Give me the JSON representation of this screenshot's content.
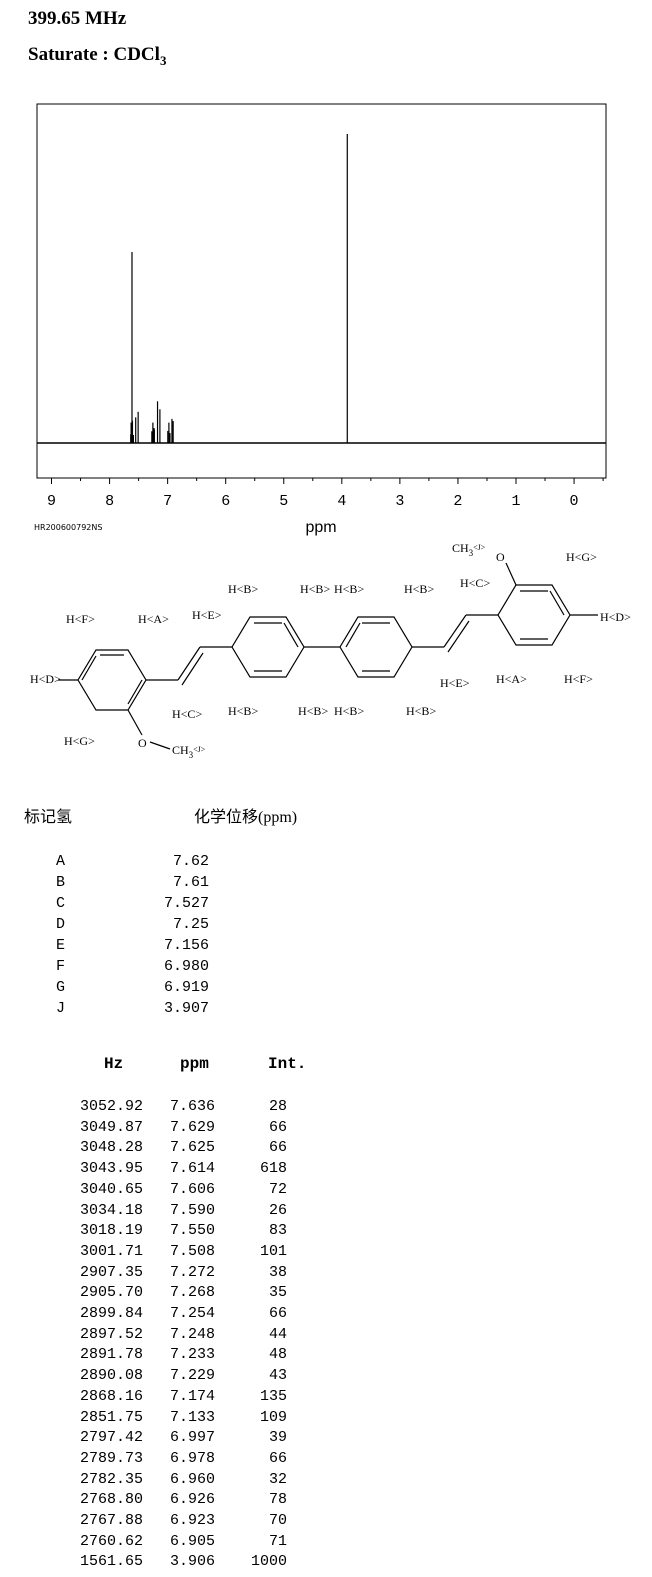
{
  "header": {
    "frequency": "399.65 MHz",
    "solvent_prefix": "Saturate : CDCl",
    "solvent_sub": "3"
  },
  "chart_data": {
    "type": "line",
    "xlabel": "ppm",
    "x_ticks": [
      "9",
      "8",
      "7",
      "6",
      "5",
      "4",
      "3",
      "2",
      "1",
      "0"
    ],
    "xlim": [
      9.25,
      -0.55
    ],
    "sample_code": "HR200600792NS",
    "peaks": [
      {
        "ppm": 7.636,
        "int": 28
      },
      {
        "ppm": 7.629,
        "int": 66
      },
      {
        "ppm": 7.625,
        "int": 66
      },
      {
        "ppm": 7.614,
        "int": 618
      },
      {
        "ppm": 7.606,
        "int": 72
      },
      {
        "ppm": 7.59,
        "int": 26
      },
      {
        "ppm": 7.55,
        "int": 83
      },
      {
        "ppm": 7.508,
        "int": 101
      },
      {
        "ppm": 7.272,
        "int": 38
      },
      {
        "ppm": 7.268,
        "int": 35
      },
      {
        "ppm": 7.254,
        "int": 66
      },
      {
        "ppm": 7.248,
        "int": 44
      },
      {
        "ppm": 7.233,
        "int": 48
      },
      {
        "ppm": 7.229,
        "int": 43
      },
      {
        "ppm": 7.174,
        "int": 135
      },
      {
        "ppm": 7.133,
        "int": 109
      },
      {
        "ppm": 6.997,
        "int": 39
      },
      {
        "ppm": 6.978,
        "int": 66
      },
      {
        "ppm": 6.96,
        "int": 32
      },
      {
        "ppm": 6.926,
        "int": 78
      },
      {
        "ppm": 6.923,
        "int": 70
      },
      {
        "ppm": 6.905,
        "int": 71
      },
      {
        "ppm": 3.906,
        "int": 1000
      }
    ]
  },
  "structure": {
    "labels": {
      "hA": "H<A>",
      "hB": "H<B>",
      "hC": "H<C>",
      "hD": "H<D>",
      "hE": "H<E>",
      "hF": "H<F>",
      "hG": "H<G>",
      "ch3": "CH",
      "ch3_sub": "3",
      "j": "<J>",
      "o": "O"
    }
  },
  "assignment": {
    "col1": "标记氢",
    "col2": "化学位移(ppm)",
    "rows": [
      {
        "label": "A",
        "shift": "7.62"
      },
      {
        "label": "B",
        "shift": "7.61"
      },
      {
        "label": "C",
        "shift": "7.527"
      },
      {
        "label": "D",
        "shift": "7.25"
      },
      {
        "label": "E",
        "shift": "7.156"
      },
      {
        "label": "F",
        "shift": "6.980"
      },
      {
        "label": "G",
        "shift": "6.919"
      },
      {
        "label": "J",
        "shift": "3.907"
      }
    ]
  },
  "peak_table": {
    "headers": [
      "Hz",
      "ppm",
      "Int."
    ],
    "rows": [
      [
        "3052.92",
        "7.636",
        "28"
      ],
      [
        "3049.87",
        "7.629",
        "66"
      ],
      [
        "3048.28",
        "7.625",
        "66"
      ],
      [
        "3043.95",
        "7.614",
        "618"
      ],
      [
        "3040.65",
        "7.606",
        "72"
      ],
      [
        "3034.18",
        "7.590",
        "26"
      ],
      [
        "3018.19",
        "7.550",
        "83"
      ],
      [
        "3001.71",
        "7.508",
        "101"
      ],
      [
        "2907.35",
        "7.272",
        "38"
      ],
      [
        "2905.70",
        "7.268",
        "35"
      ],
      [
        "2899.84",
        "7.254",
        "66"
      ],
      [
        "2897.52",
        "7.248",
        "44"
      ],
      [
        "2891.78",
        "7.233",
        "48"
      ],
      [
        "2890.08",
        "7.229",
        "43"
      ],
      [
        "2868.16",
        "7.174",
        "135"
      ],
      [
        "2851.75",
        "7.133",
        "109"
      ],
      [
        "2797.42",
        "6.997",
        "39"
      ],
      [
        "2789.73",
        "6.978",
        "66"
      ],
      [
        "2782.35",
        "6.960",
        "32"
      ],
      [
        "2768.80",
        "6.926",
        "78"
      ],
      [
        "2767.88",
        "6.923",
        "70"
      ],
      [
        "2760.62",
        "6.905",
        "71"
      ],
      [
        "1561.65",
        "3.906",
        "1000"
      ]
    ]
  }
}
